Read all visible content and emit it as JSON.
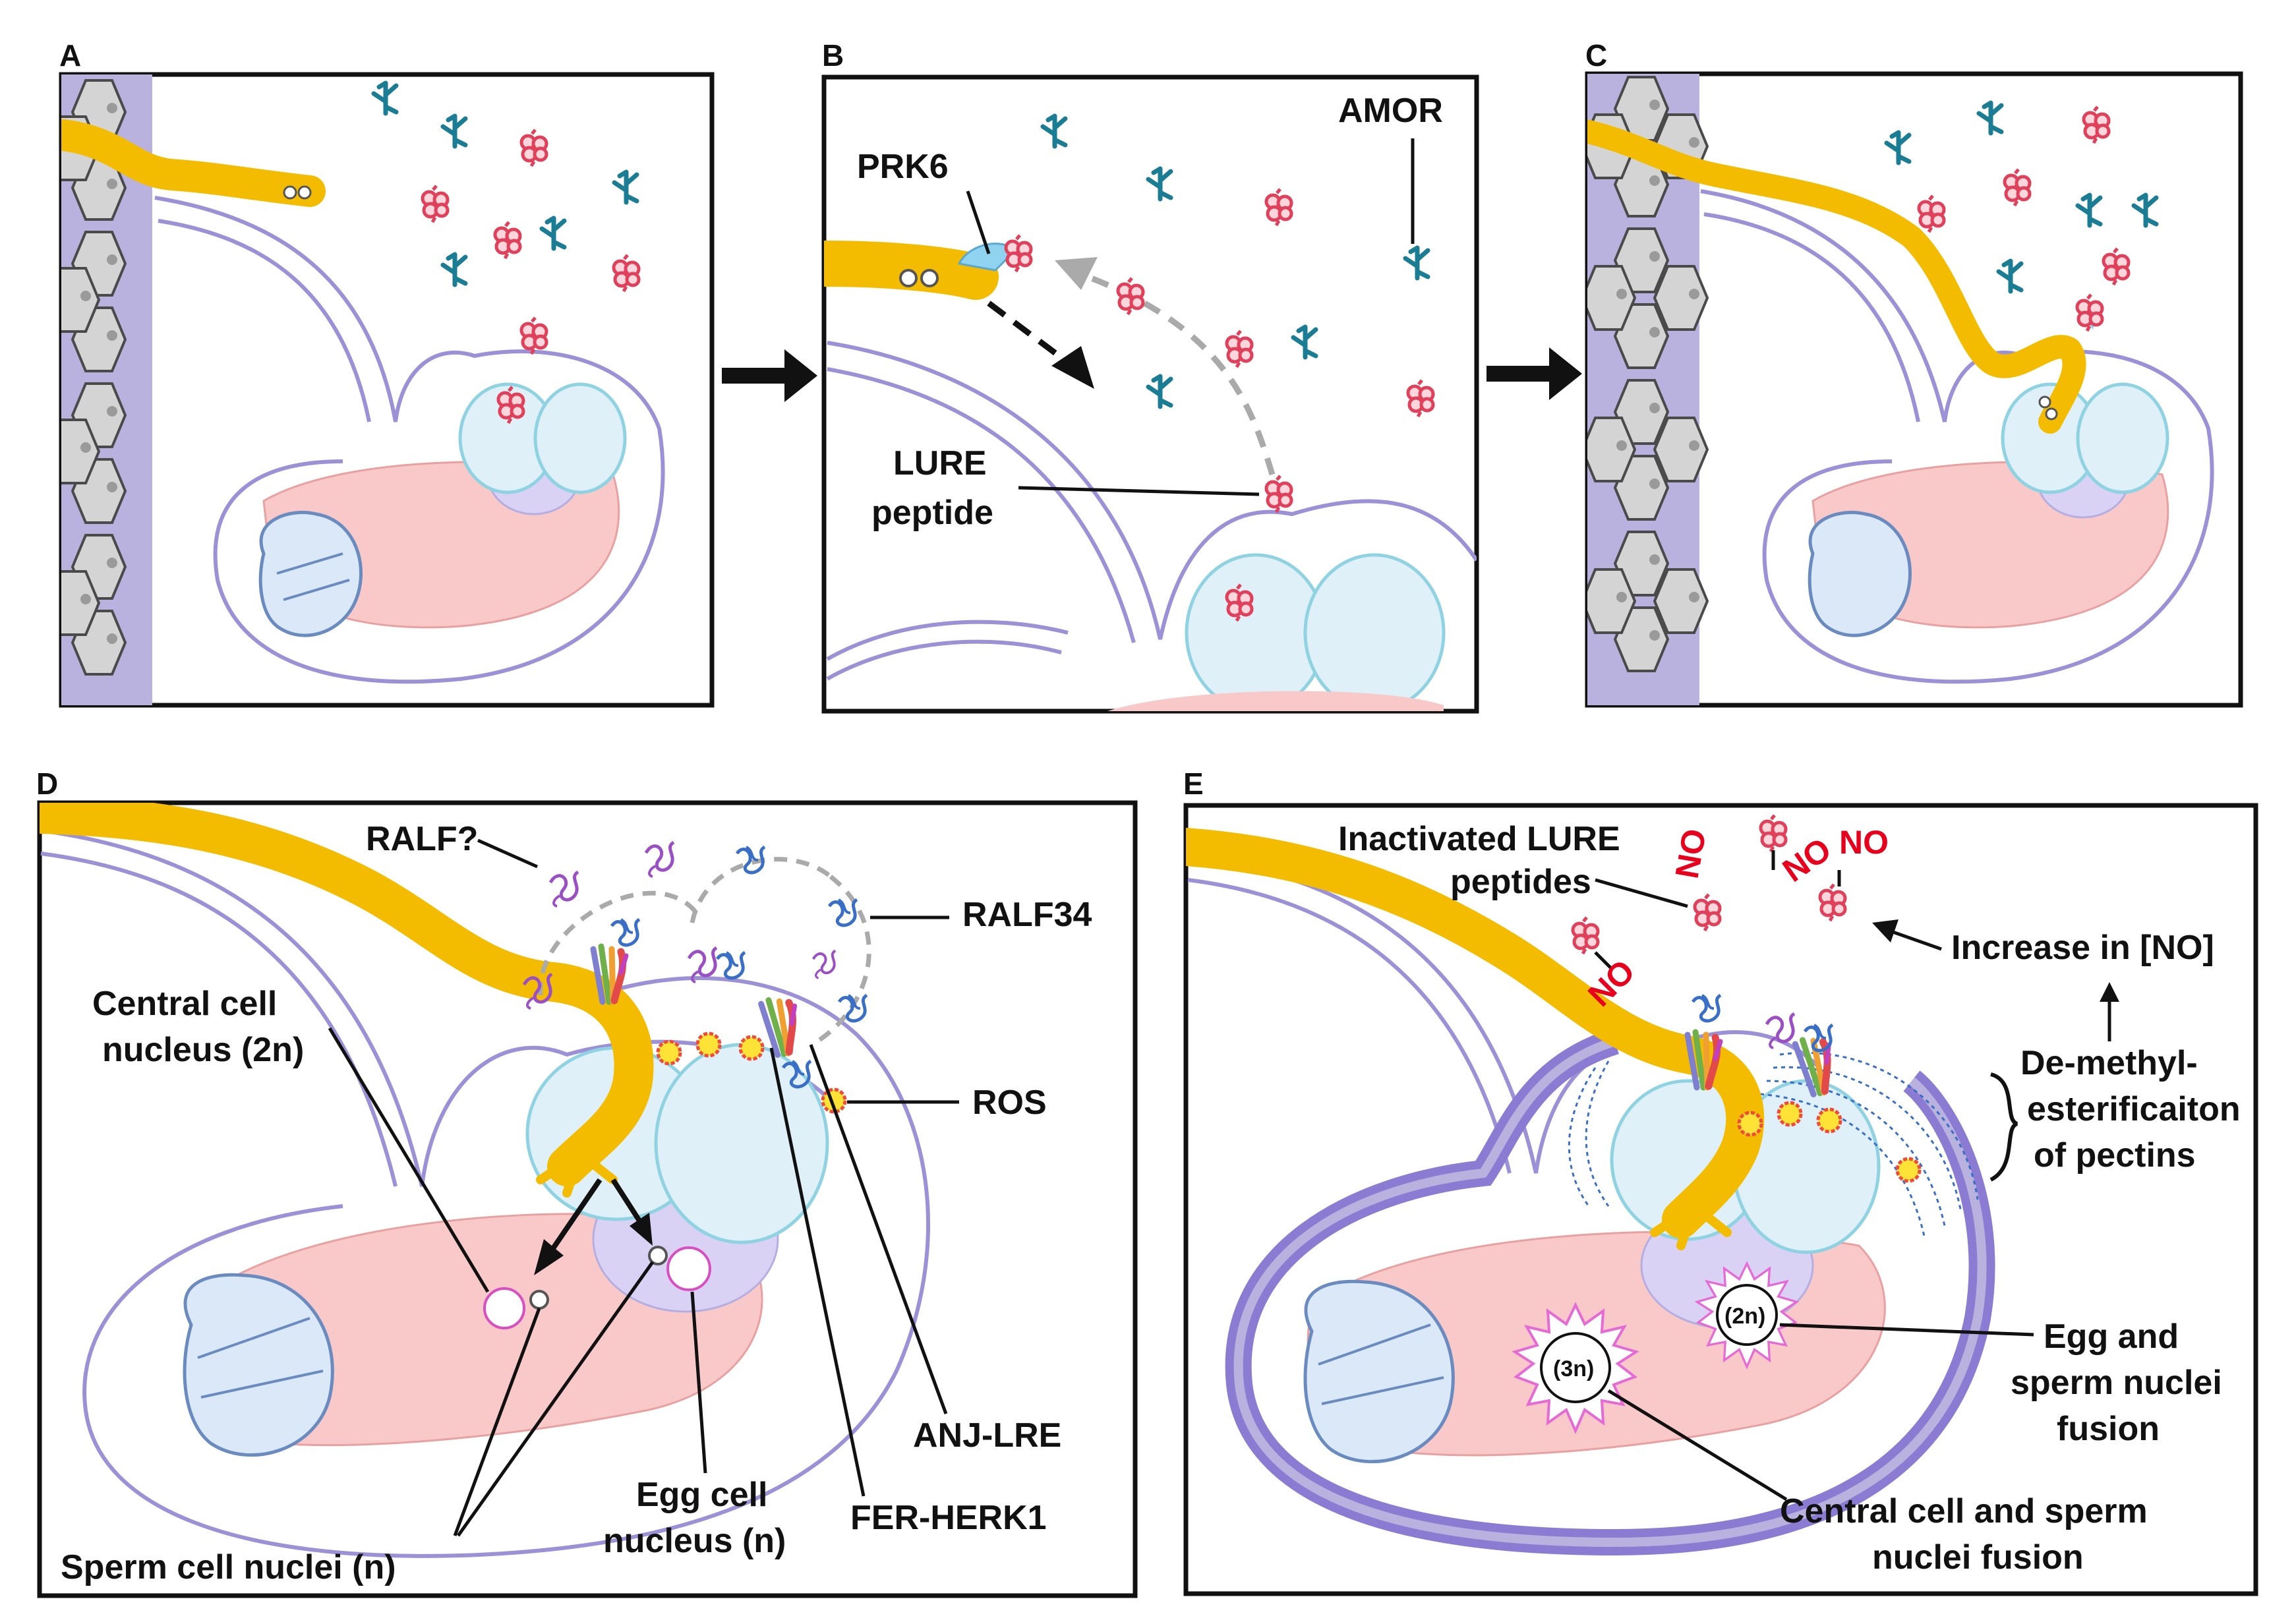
{
  "figure": {
    "panels": [
      {
        "id": "A",
        "label": "A"
      },
      {
        "id": "B",
        "label": "B"
      },
      {
        "id": "C",
        "label": "C"
      },
      {
        "id": "D",
        "label": "D"
      },
      {
        "id": "E",
        "label": "E"
      }
    ],
    "colors": {
      "pollen_tube": "#f4bc00",
      "integument": "#9c91d6",
      "transmitting_tract": "#b9b2de",
      "lure_peptide": "#e0405a",
      "amor": "#1b7d93",
      "synergid": "#dff0f8",
      "central_cell": "#f9c9c9",
      "egg_cell": "#d9d2f4",
      "ros": "#ffe236",
      "no_label": "#e8001c",
      "ralf34": "#3a6fc8",
      "ralf_unknown": "#9a4fc4"
    },
    "panel_b": {
      "prk6": "PRK6",
      "amor": "AMOR",
      "lure_line1": "LURE",
      "lure_line2": "peptide"
    },
    "panel_d": {
      "ralf_q": "RALF?",
      "ralf34": "RALF34",
      "central_line1": "Central cell",
      "central_line2": "nucleus (2n)",
      "ros": "ROS",
      "sperm": "Sperm cell nuclei (n)",
      "egg_line1": "Egg cell",
      "egg_line2": "nucleus (n)",
      "anj": "ANJ-LRE",
      "fer": "FER-HERK1"
    },
    "panel_e": {
      "inact_line1": "Inactivated LURE",
      "inact_line2": "peptides",
      "no": "NO",
      "increase": "Increase in [NO]",
      "demeth_line1": "De-methyl-",
      "demeth_line2": "esterificaiton",
      "demeth_line3": "of pectins",
      "egg_sperm_line1": "Egg and",
      "egg_sperm_line2": "sperm nuclei",
      "egg_sperm_line3": "fusion",
      "central_sperm_line1": "Central cell and sperm",
      "central_sperm_line2": "nuclei fusion",
      "n2": "(2n)",
      "n3": "(3n)"
    }
  }
}
